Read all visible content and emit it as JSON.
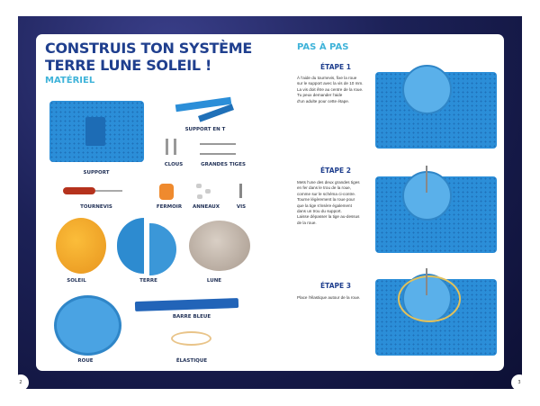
{
  "left_page": {
    "title_line1": "CONSTRUIS TON SYSTÈME",
    "title_line2": "TERRE LUNE SOLEIL !",
    "section": "MATÉRIEL",
    "items": [
      "SUPPORT",
      "SUPPORT EN T",
      "CLOUS",
      "GRANDES TIGES",
      "TOURNEVIS",
      "FERMOIR",
      "ANNEAUX",
      "VIS",
      "SOLEIL",
      "TERRE",
      "LUNE",
      "ROUE",
      "BARRE BLEUE",
      "ÉLASTIQUE"
    ],
    "page_number": "2"
  },
  "right_page": {
    "section": "PAS À PAS",
    "steps": [
      {
        "title": "ÉTAPE 1",
        "text": "À l'aide du tournevis, fixe la roue\nsur le support avec la vis de 10 mm.\nLa vis doit être au centre de la roue.\nTu peux demander l'aide\nd'un adulte pour cette étape."
      },
      {
        "title": "ÉTAPE 2",
        "text": "Mets l'une des deux grandes tiges\nen fer dans le trou de la roue,\ncomme sur le schéma ci-contre.\nTourne légèrement la roue pour\nque la tige s'insère également\ndans un trou du support.\nLaisse dépasser la tige au-dessus\nde la roue."
      },
      {
        "title": "ÉTAPE 3",
        "text": "Place l'élastique autour de la roue."
      }
    ],
    "page_number": "3"
  },
  "colors": {
    "title": "#1f3f8e",
    "accent": "#3fb3d9",
    "plate": "#2b8ed8",
    "background": "#1c2157"
  }
}
